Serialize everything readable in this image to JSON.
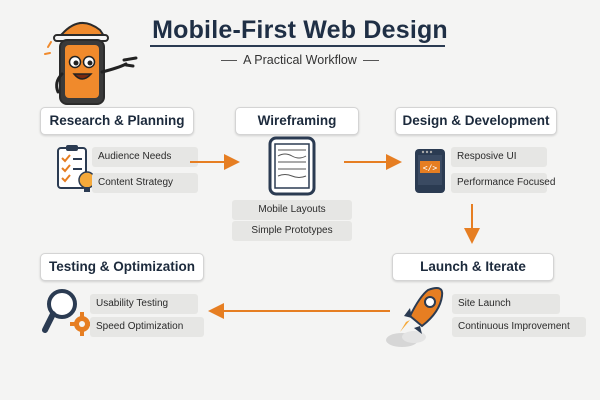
{
  "header": {
    "title": "Mobile-First Web Design",
    "subtitle": "A Practical Workflow"
  },
  "stages": {
    "research": {
      "title": "Research & Planning",
      "items": [
        "Audience Needs",
        "Content Strategy"
      ]
    },
    "wireframing": {
      "title": "Wireframing",
      "items": [
        "Mobile Layouts",
        "Simple Prototypes"
      ]
    },
    "design": {
      "title": "Design & Development",
      "items": [
        "Resposive UI",
        "Performance Focused"
      ]
    },
    "launch": {
      "title": "Launch & Iterate",
      "items": [
        "Site Launch",
        "Continuous Improvement"
      ]
    },
    "testing": {
      "title": "Testing & Optimization",
      "items": [
        "Usability Testing",
        "Speed Optimization"
      ]
    }
  },
  "colors": {
    "accent": "#e67e22",
    "dark": "#2b3b52",
    "background": "#f4f4f3"
  },
  "icons": {
    "mascot": "phone-mascot-icon",
    "research": "checklist-bulb-icon",
    "wireframing": "phone-wireframe-icon",
    "design": "code-phone-icon",
    "launch": "rocket-icon",
    "testing": "magnifier-gear-icon"
  }
}
